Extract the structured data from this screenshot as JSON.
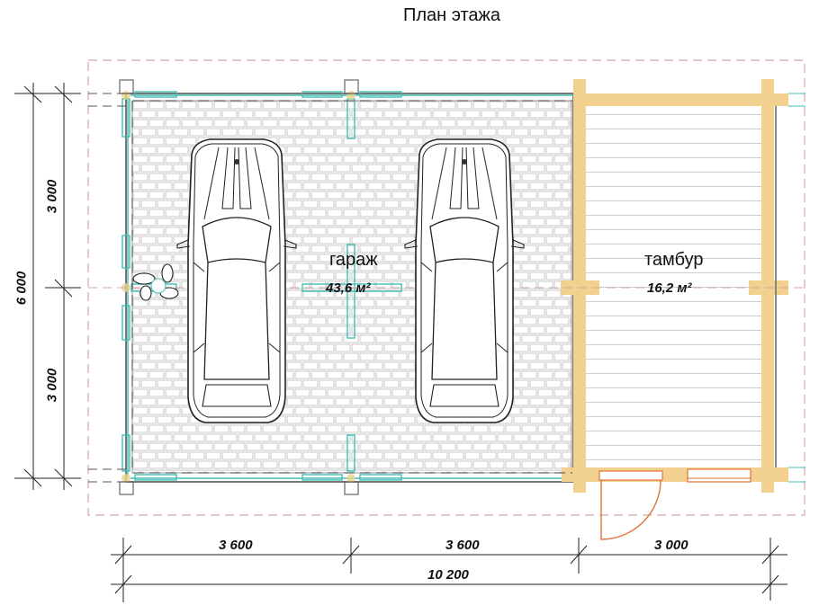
{
  "title": "План этажа",
  "colors": {
    "timber": "#f2d08f",
    "brick_line": "#c8c8c8",
    "axis_dash": "#d4a6a6",
    "glass_cyan": "#43bfb6",
    "door_orange": "#e2733a",
    "wall_gray": "#777777",
    "line_dark": "#222222"
  },
  "rooms": [
    {
      "name": "гараж",
      "area": "43,6 м²"
    },
    {
      "name": "тамбур",
      "area": "16,2 м²"
    }
  ],
  "dimensions": {
    "left": {
      "total": "6 000",
      "upper": "3 000",
      "lower": "3 000"
    },
    "bottom": {
      "seg1": "3 600",
      "seg2": "3 600",
      "seg3": "3 000",
      "total": "10 200"
    }
  },
  "icons": [
    "car-top-view",
    "car-top-view",
    "plant-icon",
    "door-swing",
    "window"
  ]
}
